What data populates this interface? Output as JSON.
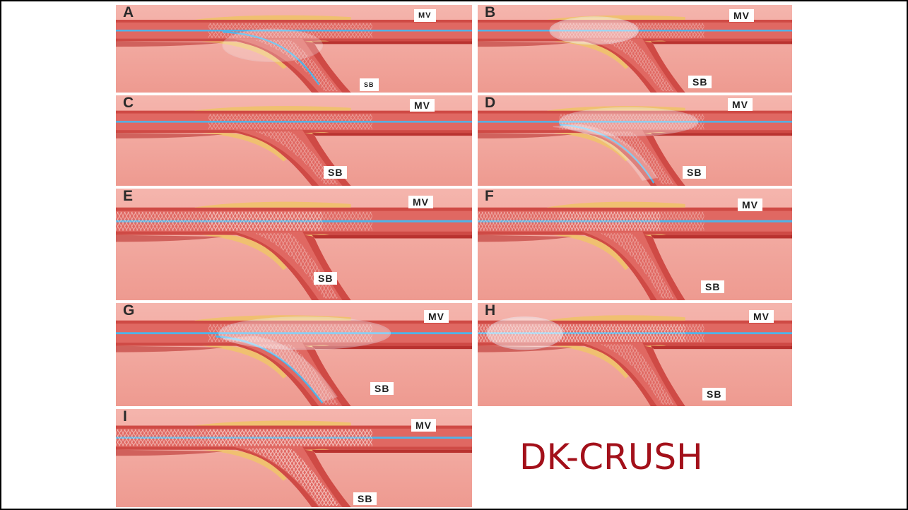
{
  "title": "DK-CRUSH",
  "colors": {
    "title": "#a3101a",
    "background": "#f2a39a",
    "vessel": "#cf4a45",
    "plaque": "#f0c070",
    "wire": "#4fb3e8"
  },
  "panels": [
    {
      "letter": "A",
      "mv_label": "MV",
      "sb_label": "SB"
    },
    {
      "letter": "B",
      "mv_label": "MV",
      "sb_label": "SB"
    },
    {
      "letter": "C",
      "mv_label": "MV",
      "sb_label": "SB"
    },
    {
      "letter": "D",
      "mv_label": "MV",
      "sb_label": "SB"
    },
    {
      "letter": "E",
      "mv_label": "MV",
      "sb_label": "SB"
    },
    {
      "letter": "F",
      "mv_label": "MV",
      "sb_label": "SB"
    },
    {
      "letter": "G",
      "mv_label": "MV",
      "sb_label": "SB"
    },
    {
      "letter": "H",
      "mv_label": "MV",
      "sb_label": "SB"
    },
    {
      "letter": "I",
      "mv_label": "MV",
      "sb_label": "SB"
    }
  ]
}
